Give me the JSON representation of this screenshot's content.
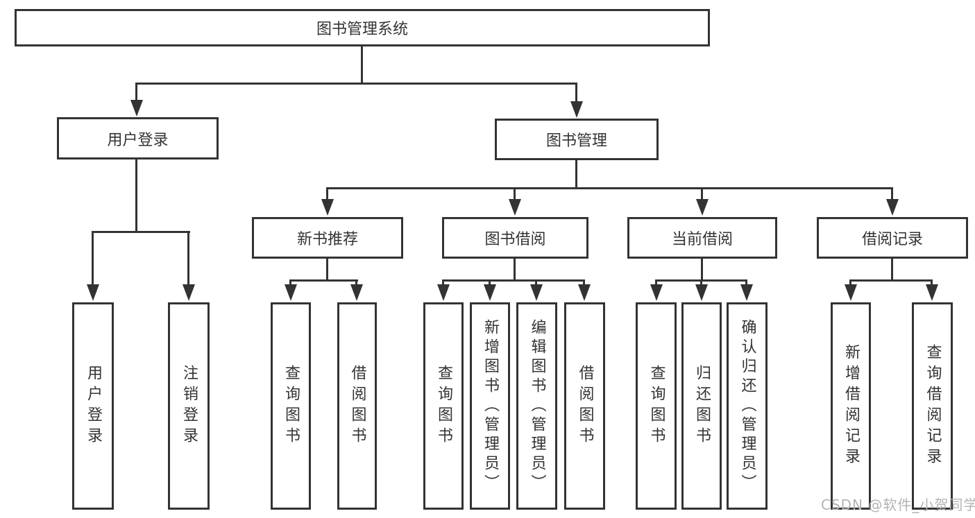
{
  "diagram": {
    "title": "图书管理系统",
    "root": {
      "label": "图书管理系统"
    },
    "level2": [
      {
        "label": "用户登录"
      },
      {
        "label": "图书管理"
      }
    ],
    "level3": [
      {
        "label": "新书推荐"
      },
      {
        "label": "图书借阅"
      },
      {
        "label": "当前借阅"
      },
      {
        "label": "借阅记录"
      }
    ],
    "leaves": {
      "user_login": [
        {
          "label": "用户登录"
        },
        {
          "label": "注销登录"
        }
      ],
      "new_book": [
        {
          "label": "查询图书"
        },
        {
          "label": "借阅图书"
        }
      ],
      "book_borrow": [
        {
          "label": "查询图书"
        },
        {
          "label": "新增图书（管理员）"
        },
        {
          "label": "编辑图书（管理员）"
        },
        {
          "label": "借阅图书"
        }
      ],
      "current_borrow": [
        {
          "label": "查询图书"
        },
        {
          "label": "归还图书"
        },
        {
          "label": "确认归还（管理员）"
        }
      ],
      "borrow_record": [
        {
          "label": "新增借阅记录"
        },
        {
          "label": "查询借阅记录"
        }
      ]
    },
    "watermark": "CSDN @软件_小贺同学",
    "colors": {
      "line": "#333333",
      "text": "#333333",
      "watermark": "#b3b3b3",
      "background": "#ffffff"
    }
  }
}
